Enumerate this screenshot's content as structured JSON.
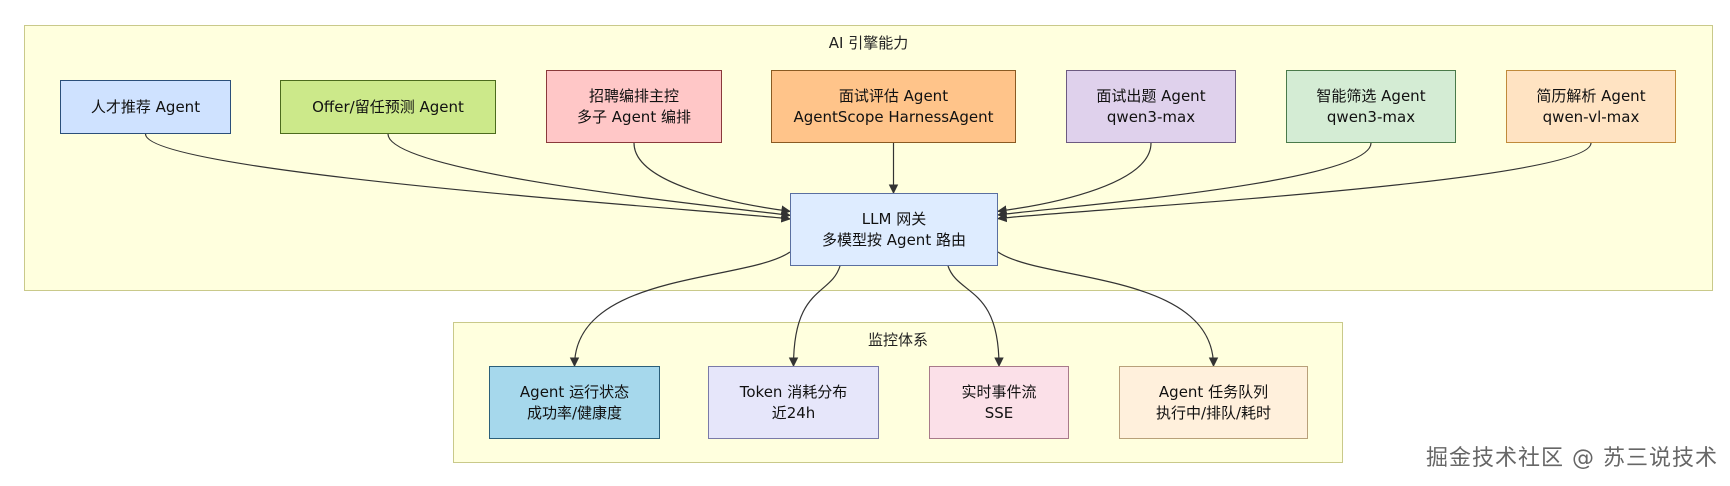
{
  "clusters": {
    "ai": {
      "title": "AI 引擎能力",
      "fill": "#ffffde"
    },
    "monitor": {
      "title": "监控体系",
      "fill": "#ffffde"
    }
  },
  "nodes": {
    "talent": {
      "lines": [
        "人才推荐 Agent"
      ],
      "fill": "#cfe2ff",
      "border": "#2b4f7a"
    },
    "offer": {
      "lines": [
        "Offer/留任预测 Agent"
      ],
      "fill": "#cce98a",
      "border": "#4c6b1d"
    },
    "orch": {
      "lines": [
        "招聘编排主控",
        "多子 Agent 编排"
      ],
      "fill": "#ffc7c7",
      "border": "#8a3a3a"
    },
    "interview": {
      "lines": [
        "面试评估 Agent",
        "AgentScope HarnessAgent"
      ],
      "fill": "#ffc48a",
      "border": "#8a5a22"
    },
    "question": {
      "lines": [
        "面试出题 Agent",
        "qwen3-max"
      ],
      "fill": "#dfd1ec",
      "border": "#6c5a80"
    },
    "screen": {
      "lines": [
        "智能筛选 Agent",
        "qwen3-max"
      ],
      "fill": "#d4ecd4",
      "border": "#4a7a4a"
    },
    "resume": {
      "lines": [
        "简历解析 Agent",
        "qwen-vl-max"
      ],
      "fill": "#ffe3c2",
      "border": "#c08a3a"
    },
    "gateway": {
      "lines": [
        "LLM 网关",
        "多模型按 Agent 路由"
      ],
      "fill": "#deecff",
      "border": "#5a6fa0"
    },
    "status": {
      "lines": [
        "Agent 运行状态",
        "成功率/健康度"
      ],
      "fill": "#a6d8ec",
      "border": "#2b5f7a"
    },
    "token": {
      "lines": [
        "Token 消耗分布",
        "近24h"
      ],
      "fill": "#e6e6fa",
      "border": "#7a7aa8"
    },
    "events": {
      "lines": [
        "实时事件流",
        "SSE"
      ],
      "fill": "#fbe0e8",
      "border": "#a87a8a"
    },
    "queue": {
      "lines": [
        "Agent 任务队列",
        "执行中/排队/耗时"
      ],
      "fill": "#fff0dc",
      "border": "#b8a07a"
    }
  },
  "edges": [
    [
      "talent",
      "gateway"
    ],
    [
      "offer",
      "gateway"
    ],
    [
      "orch",
      "gateway"
    ],
    [
      "interview",
      "gateway"
    ],
    [
      "question",
      "gateway"
    ],
    [
      "screen",
      "gateway"
    ],
    [
      "resume",
      "gateway"
    ],
    [
      "gateway",
      "status"
    ],
    [
      "gateway",
      "token"
    ],
    [
      "gateway",
      "events"
    ],
    [
      "gateway",
      "queue"
    ]
  ],
  "watermark": "掘金技术社区 @ 苏三说技术"
}
